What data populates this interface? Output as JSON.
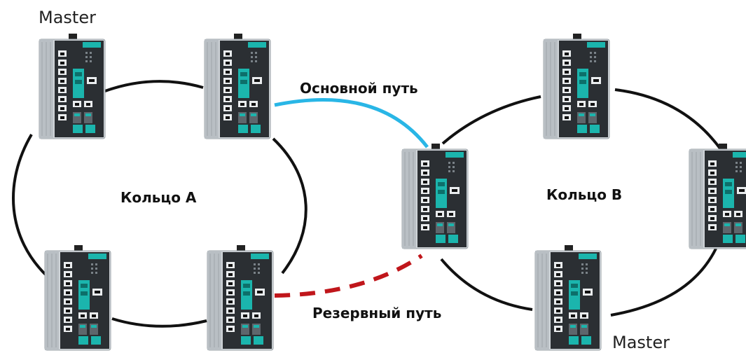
{
  "labels": {
    "master_top": "Master",
    "master_bottom": "Master",
    "primary_path": "Основной путь",
    "backup_path": "Резервный путь",
    "ring_a": "Кольцо А",
    "ring_b": "Кольцо B"
  },
  "colors": {
    "ring_line": "#111111",
    "primary_path": "#29b6e6",
    "backup_path": "#c0161b",
    "switch_body": "#d9dde0",
    "switch_panel": "#2b2f33",
    "switch_module": "#1bb5ad"
  },
  "switches": [
    {
      "id": "ring-a-master",
      "ring": "A",
      "role": "Master"
    },
    {
      "id": "ring-a-primary-coupler",
      "ring": "A"
    },
    {
      "id": "ring-a-bottom-left",
      "ring": "A"
    },
    {
      "id": "ring-a-backup-coupler",
      "ring": "A"
    },
    {
      "id": "ring-b-coupler",
      "ring": "B"
    },
    {
      "id": "ring-b-top",
      "ring": "B"
    },
    {
      "id": "ring-b-right",
      "ring": "B"
    },
    {
      "id": "ring-b-master",
      "ring": "B",
      "role": "Master"
    }
  ]
}
